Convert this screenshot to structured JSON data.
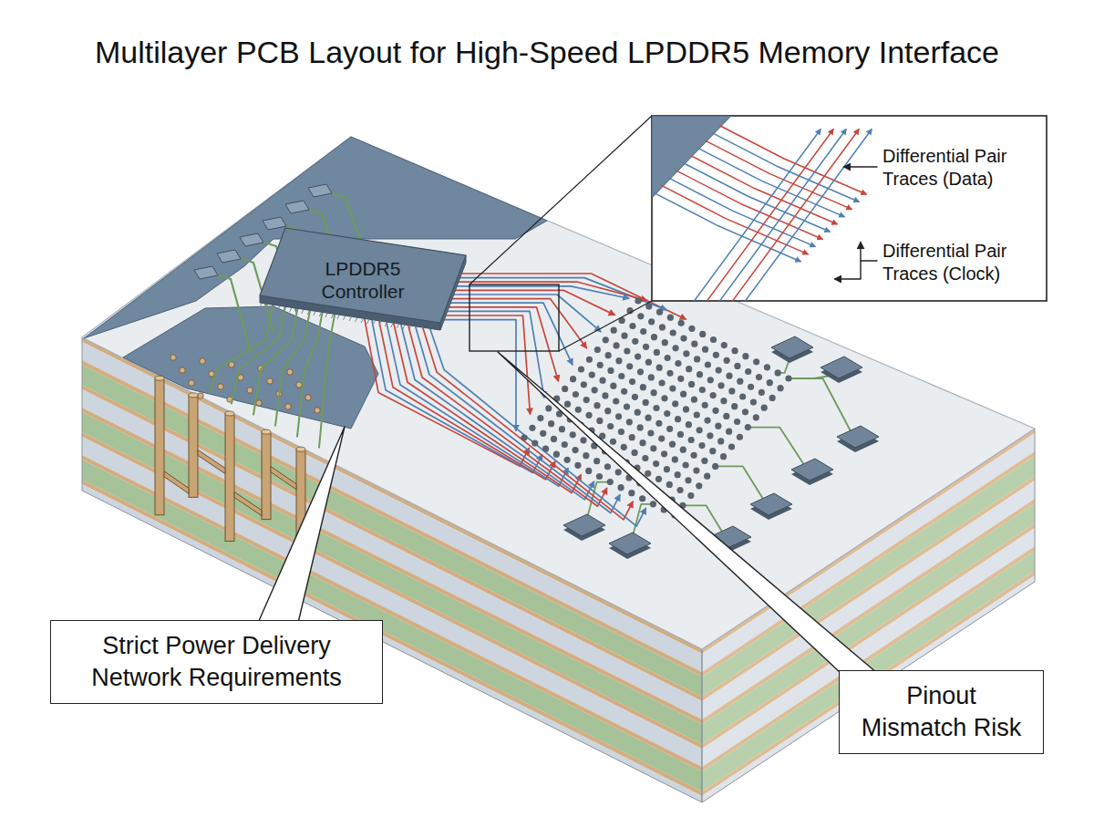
{
  "diagram": {
    "title": "Multilayer PCB Layout for High-Speed LPDDR5 Memory Interface",
    "nodes": [
      {
        "text": [
          "LPDDR5 Controller"
        ]
      },
      {
        "text": [
          "Strict Power Delivery Network Requirements"
        ]
      },
      {
        "text": [
          "Pinout Mismatch Risk"
        ]
      }
    ],
    "labels": [
      "Differential Pair Traces (Data)",
      "Differential Pair Traces (Clock)"
    ]
  }
}
